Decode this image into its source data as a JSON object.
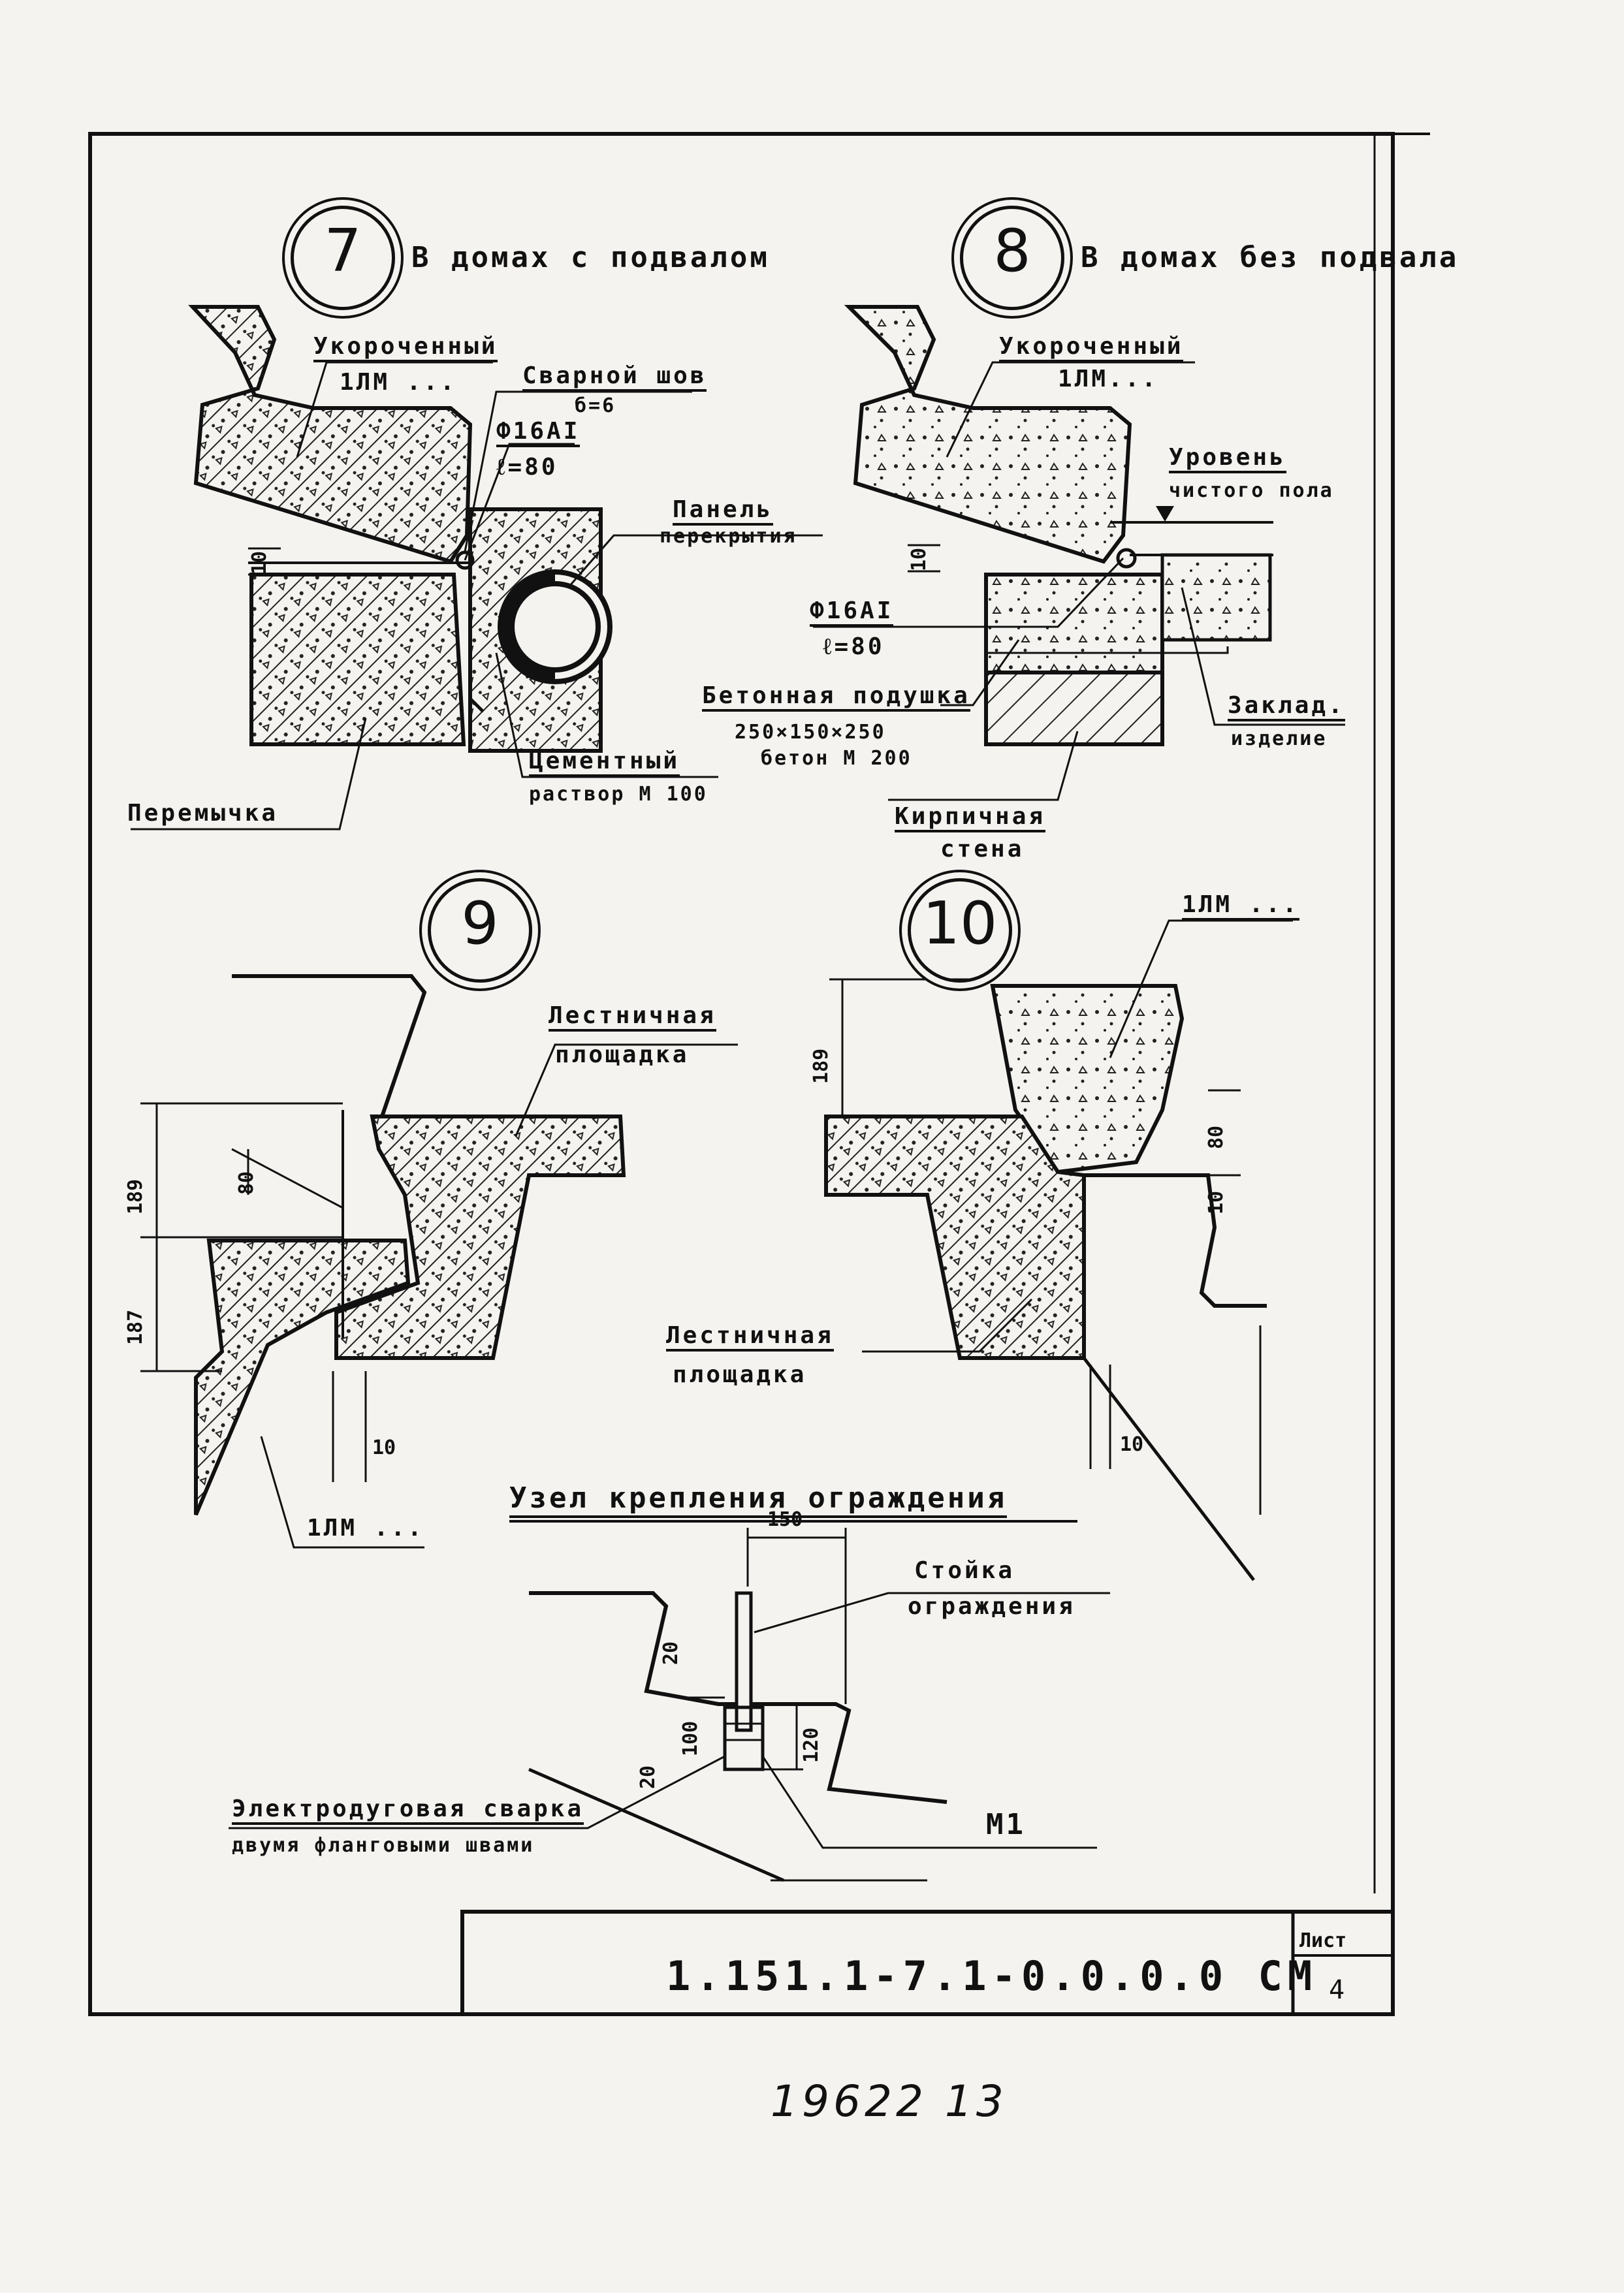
{
  "details": [
    {
      "number": "7",
      "caption": "В домах с подвалом"
    },
    {
      "number": "8",
      "caption": "В домах без подвала"
    },
    {
      "number": "9",
      "caption": ""
    },
    {
      "number": "10",
      "caption": ""
    }
  ],
  "detail7": {
    "shortened_line1": "Укороченный",
    "shortened_line2": "1ЛМ ...",
    "weld_line1": "Сварной шов",
    "weld_line2": "б=6",
    "rebar_line1": "Ф16АI",
    "rebar_line2": "ℓ=80",
    "panel_line1": "Панель",
    "panel_line2": "перекрытия",
    "lintel": "Перемычка",
    "mortar_line1": "Цементный",
    "mortar_line2": "раствор М 100",
    "dim_10": "10"
  },
  "detail8": {
    "shortened_line1": "Укороченный",
    "shortened_line2": "1ЛМ...",
    "floor_line1": "Уровень",
    "floor_line2": "чистого пола",
    "rebar_line1": "Ф16АI",
    "rebar_line2": "ℓ=80",
    "cushion_line1": "Бетонная подушка",
    "cushion_line2": "250×150×250",
    "cushion_line3": "бетон М 200",
    "embedded_line1": "Заклад.",
    "embedded_line2": "изделие",
    "wall_line1": "Кирпичная",
    "wall_line2": "стена",
    "dim_10": "10"
  },
  "detail9": {
    "landing_line1": "Лестничная",
    "landing_line2": "площадка",
    "flight": "1ЛМ ...",
    "dim_80": "80",
    "dim_189": "189",
    "dim_187": "187",
    "dim_10": "10"
  },
  "detail10": {
    "flight": "1ЛМ ...",
    "landing_line1": "Лестничная",
    "landing_line2": "площадка",
    "dim_189": "189",
    "dim_80": "80",
    "dim_10a": "10",
    "dim_10b": "10"
  },
  "railing": {
    "title": "Узел крепления ограждения",
    "post_line1": "Стойка",
    "post_line2": "ограждения",
    "weld_line1": "Электродуговая сварка",
    "weld_line2": "двумя фланговыми швами",
    "mark": "М1",
    "dim_150": "150",
    "dim_20a": "20",
    "dim_100": "100",
    "dim_120": "120",
    "dim_20b": "20"
  },
  "title_block": {
    "code": "1.151.1-7.1-0.0.0.0 СМ",
    "sheet_label": "Лист",
    "sheet_number": "4"
  },
  "handwritten": "19622   13"
}
